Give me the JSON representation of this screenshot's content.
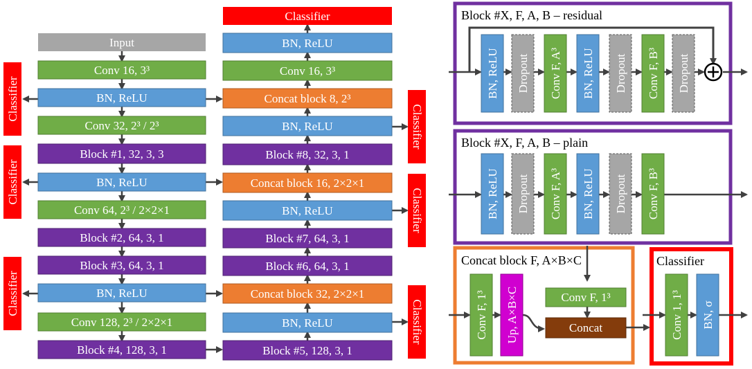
{
  "colors": {
    "input": "#a6a6a6",
    "conv": "#70ad47",
    "bn": "#5b9bd5",
    "block": "#7030a0",
    "concat": "#ed7d31",
    "classifier": "#ff0000",
    "dropout": "#a6a6a6",
    "up": "#d000d0",
    "concat_op": "#843c0c",
    "arrow": "#404040"
  },
  "encoder": {
    "input": "Input",
    "conv16": "Conv 16, 3³",
    "bn1": "BN, ReLU",
    "conv32": "Conv 32, 2³ / 2³",
    "block1": "Block #1, 32, 3, 3",
    "bn2": "BN, ReLU",
    "conv64": "Conv 64, 2³ / 2×2×1",
    "block2": "Block #2, 64, 3, 1",
    "block3": "Block #3, 64, 3, 1",
    "bn3": "BN, ReLU",
    "conv128": "Conv 128, 2³ / 2×2×1",
    "block4": "Block #4, 128, 3, 1"
  },
  "decoder": {
    "classifier_top": "Classifier",
    "bn_top": "BN, ReLU",
    "conv16": "Conv 16, 3³",
    "concat8": "Concat block 8, 2³",
    "bn1": "BN, ReLU",
    "block8": "Block #8, 32, 3, 1",
    "concat16": "Concat block 16, 2×2×1",
    "bn2": "BN, ReLU",
    "block7": "Block #7, 64, 3, 1",
    "block6": "Block #6, 64, 3, 1",
    "concat32": "Concat block 32, 2×2×1",
    "bn3": "BN, ReLU",
    "block5": "Block #5, 128, 3, 1"
  },
  "side_classifiers": {
    "left1": "Classifier",
    "left2": "Classifier",
    "left3": "Classifier",
    "right1": "Classifier",
    "right2": "Classifier",
    "right3": "Classifier"
  },
  "residual": {
    "title": "Block #X, F, A, B – residual",
    "bn1": "BN, ReLU",
    "dropout1": "Dropout",
    "conv1": "Conv F, A³",
    "bn2": "BN, ReLU",
    "dropout2": "Dropout",
    "conv2": "Conv F, B³",
    "dropout3": "Dropout"
  },
  "plain": {
    "title": "Block #X, F, A, B – plain",
    "bn1": "BN, ReLU",
    "dropout1": "Dropout",
    "conv1": "Conv F, A³",
    "bn2": "BN, ReLU",
    "dropout2": "Dropout",
    "conv2": "Conv F, B³"
  },
  "concat_block": {
    "title": "Concat block F, A×B×C",
    "conv_v": "Conv F, 1³",
    "up": "Up, A×B×C",
    "conv_h": "Conv F, 1³",
    "concat": "Concat"
  },
  "classifier_block": {
    "title": "Classifier",
    "conv": "Conv 1, 1³",
    "bn": "BN, σ"
  }
}
